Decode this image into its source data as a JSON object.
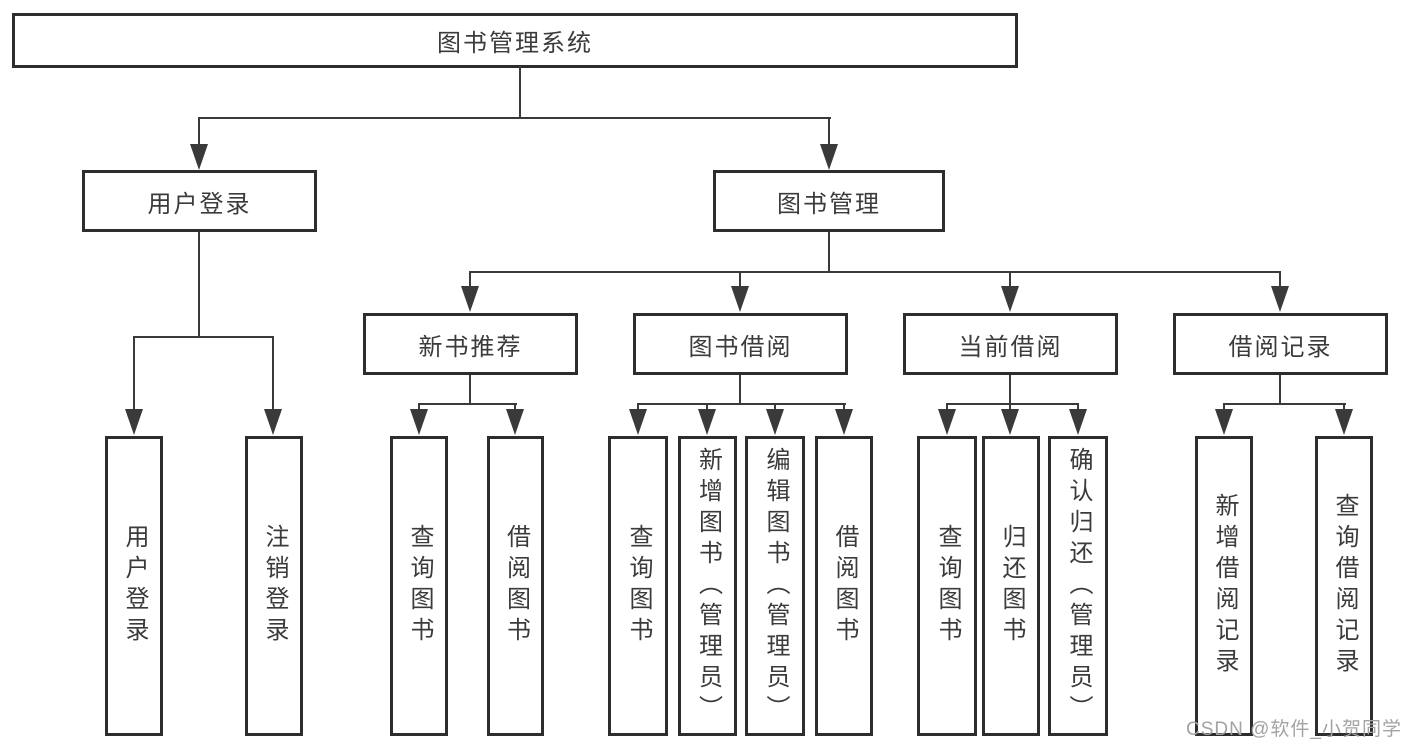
{
  "d": {
    "root": {
      "label": "图书管理系统"
    },
    "level2": [
      {
        "label": "用户登录"
      },
      {
        "label": "图书管理"
      }
    ],
    "level3": [
      {
        "label": "新书推荐"
      },
      {
        "label": "图书借阅"
      },
      {
        "label": "当前借阅"
      },
      {
        "label": "借阅记录"
      }
    ],
    "leaves": [
      {
        "label": "用户登录"
      },
      {
        "label": "注销登录"
      },
      {
        "label": "查询图书"
      },
      {
        "label": "借阅图书"
      },
      {
        "label": "查询图书"
      },
      {
        "label": "新增图书（管理员）"
      },
      {
        "label": "编辑图书（管理员）"
      },
      {
        "label": "借阅图书"
      },
      {
        "label": "查询图书"
      },
      {
        "label": "归还图书"
      },
      {
        "label": "确认归还（管理员）"
      },
      {
        "label": "新增借阅记录"
      },
      {
        "label": "查询借阅记录"
      }
    ],
    "watermark": "CSDN @软件_小贺同学",
    "colors": {
      "line": "#3a3a3a",
      "border": "#2d2d2d",
      "text": "#3b3b3b",
      "watermark": "#a3a3a3",
      "background": "#ffffff"
    }
  }
}
